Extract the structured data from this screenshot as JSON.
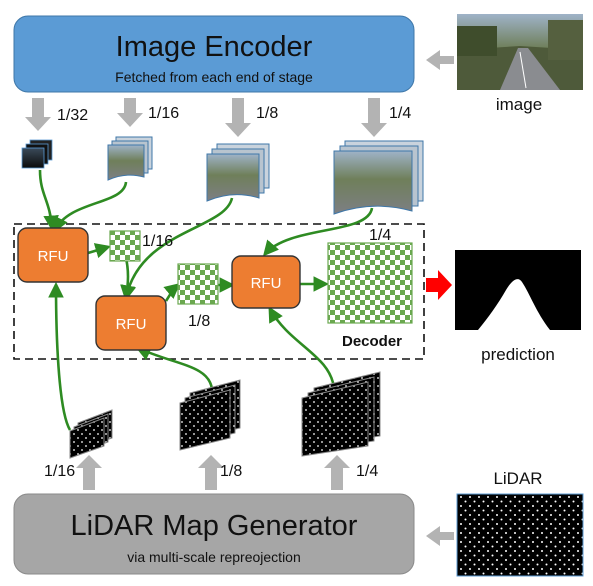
{
  "encoder": {
    "title": "Image Encoder",
    "subtitle": "Fetched from each end of stage"
  },
  "generator": {
    "title": "LiDAR Map Generator",
    "subtitle": "via multi-scale repreojection"
  },
  "image_label": "image",
  "prediction_label": "prediction",
  "lidar_label": "LiDAR",
  "decoder_label": "Decoder",
  "rfu_label": "RFU",
  "encoder_scales": [
    "1/32",
    "1/16",
    "1/8",
    "1/4"
  ],
  "lidar_scales": [
    "1/16",
    "1/8",
    "1/4"
  ],
  "feature_scales": [
    "1/16",
    "1/8",
    "1/4"
  ],
  "colors": {
    "encoder_fill": "#5b9bd5",
    "generator_fill": "#a6a6a6",
    "rfu_fill": "#ed7d31",
    "flow_green": "#2e8b22",
    "check_green": "#6aa84f",
    "output_arrow": "#ff0000",
    "gray_arrow": "#b3b3b3"
  },
  "icons": [
    "thumbnail-image",
    "feature-map-stack",
    "sparse-depth-stack",
    "checkerboard-feature",
    "prediction-mask",
    "lidar-dots"
  ]
}
